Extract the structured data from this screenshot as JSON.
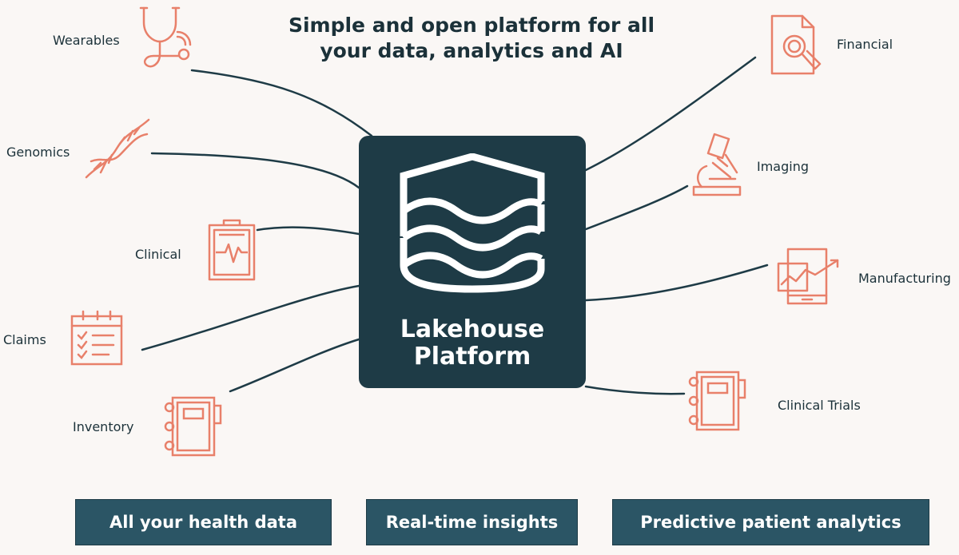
{
  "title_line1": "Simple and open platform for all",
  "title_line2": "your data, analytics and AI",
  "center": {
    "line1": "Lakehouse",
    "line2": "Platform"
  },
  "left_sources": {
    "wearables": "Wearables",
    "genomics": "Genomics",
    "clinical": "Clinical",
    "claims": "Claims",
    "inventory": "Inventory"
  },
  "right_sources": {
    "financial": "Financial",
    "imaging": "Imaging",
    "manufacturing": "Manufacturing",
    "clinical_trials": "Clinical Trials"
  },
  "pills": {
    "health_data": "All your health data",
    "insights": "Real-time insights",
    "predictive": "Predictive patient analytics"
  },
  "colors": {
    "background": "#faf7f5",
    "icon_accent": "#e8806a",
    "box_dark": "#1e3b46",
    "pill": "#2b5565",
    "wire": "#1e3b46"
  },
  "icons": [
    "stethoscope-icon",
    "dna-icon",
    "clipboard-ecg-icon",
    "checklist-icon",
    "notebook-icon",
    "document-search-icon",
    "microscope-icon",
    "tablet-chart-icon",
    "notebook-icon"
  ]
}
